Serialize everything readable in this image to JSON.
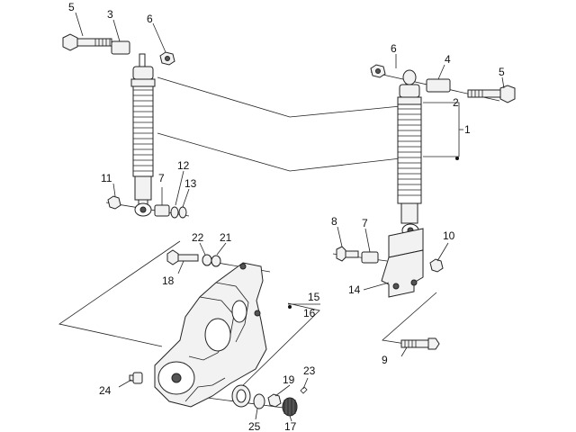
{
  "diagram": {
    "callouts": {
      "c1": "1",
      "c2": "2",
      "c3": "3",
      "c4": "4",
      "c5a": "5",
      "c5b": "5",
      "c6a": "6",
      "c6b": "6",
      "c7a": "7",
      "c7b": "7",
      "c8": "8",
      "c9": "9",
      "c10": "10",
      "c11": "11",
      "c12": "12",
      "c13": "13",
      "c14": "14",
      "c15": "15",
      "c16": "16",
      "c17": "17",
      "c18": "18",
      "c19": "19",
      "c21": "21",
      "c22": "22",
      "c23": "23",
      "c24": "24",
      "c25": "25"
    }
  }
}
